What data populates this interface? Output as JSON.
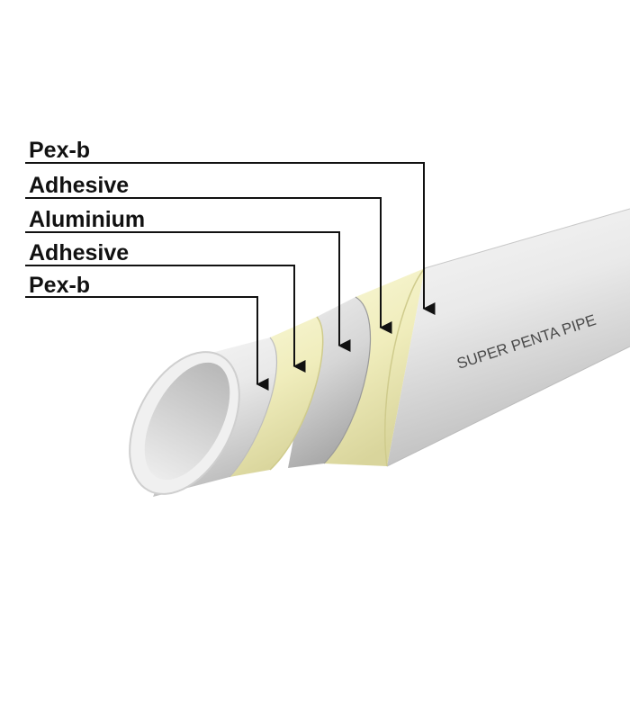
{
  "diagram": {
    "layers": [
      {
        "label": "Pex-b"
      },
      {
        "label": "Adhesive"
      },
      {
        "label": "Aluminium"
      },
      {
        "label": "Adhesive"
      },
      {
        "label": "Pex-b"
      }
    ],
    "pipe_print": "SUPER PENTA PIPE",
    "colors": {
      "pex": "#e6e6e6",
      "adhesive": "#f2f0c0",
      "aluminium": "#cfcfcf",
      "leader": "#111111"
    }
  }
}
